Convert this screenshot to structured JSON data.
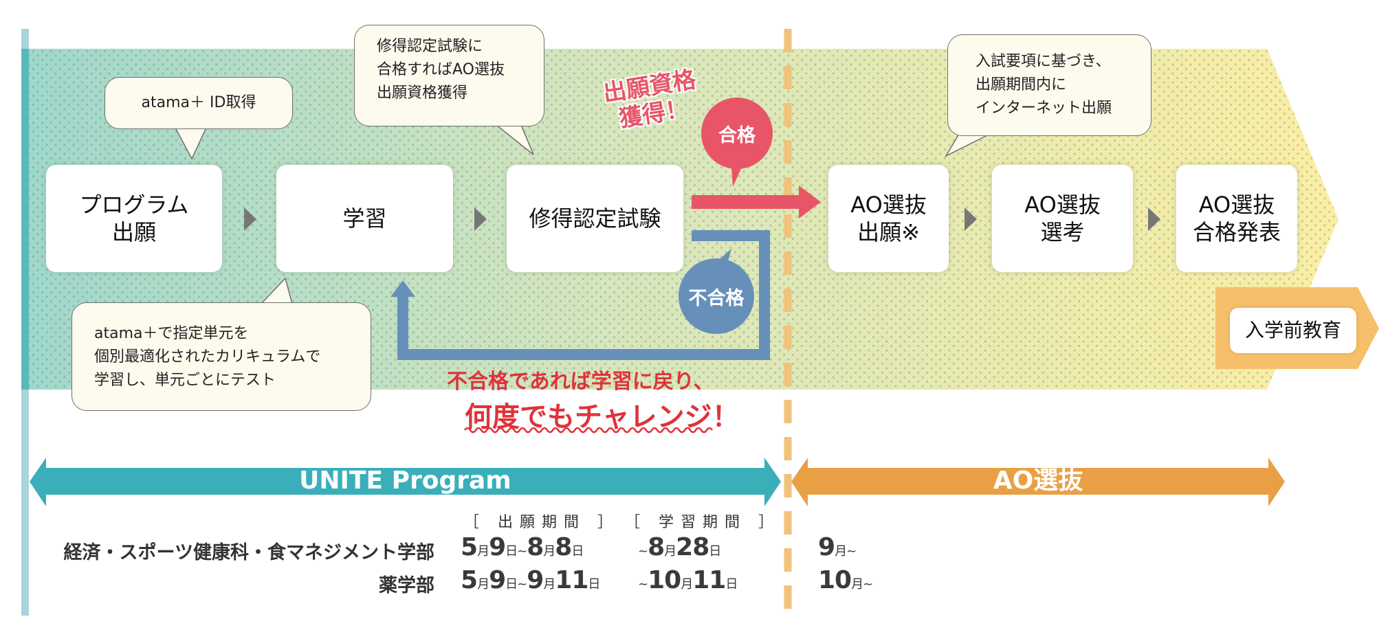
{
  "colors": {
    "teal": "#3aafb9",
    "band_teal": "#a6dacd",
    "band_yellow": "#f6eaa0",
    "orange": "#e9a045",
    "light_orange": "#f6bf6b",
    "dash_orange": "#f4c27f",
    "pass_red": "#e85568",
    "fail_blue": "#6690b9",
    "text_red": "#e0323a",
    "left_bar": "#a9d4dc"
  },
  "steps": [
    {
      "label": "プログラム\n出願"
    },
    {
      "label": "学習"
    },
    {
      "label": "修得認定試験"
    },
    {
      "label": "AO選抜\n出願※"
    },
    {
      "label": "AO選抜\n選考"
    },
    {
      "label": "AO選抜\n合格発表"
    }
  ],
  "bubbles": {
    "id": "atama＋ ID取得",
    "exam": "修得認定試験に\n合格すればAO選抜\n出願資格獲得",
    "study": "atama＋で指定単元を\n個別最適化されたカリキュラムで\n学習し、単元ごとにテスト",
    "ao_apply": "入試要項に基づき、\n出願期間内に\nインターネット出願"
  },
  "results": {
    "pass": "合格",
    "fail": "不合格",
    "qualify_line1": "出願資格",
    "qualify_line2": "獲得！",
    "retry_line1": "不合格であれば学習に戻り、",
    "retry_line2": "何度でもチャレンジ！"
  },
  "pre_education": "入学前教育",
  "phases": {
    "unite": "UNITE Program",
    "ao": "AO選抜"
  },
  "schedule": {
    "headers": [
      "［ 出願期間 ］",
      "［ 学習期間 ］"
    ],
    "rows": [
      {
        "dept": "経済・スポーツ健康科・食マネジメント学部",
        "apply": {
          "from_m": "5",
          "from_d": "9",
          "to_m": "8",
          "to_d": "8"
        },
        "study": {
          "to_m": "8",
          "to_d": "28"
        },
        "ao": {
          "m": "9"
        }
      },
      {
        "dept": "薬学部",
        "apply": {
          "from_m": "5",
          "from_d": "9",
          "to_m": "9",
          "to_d": "11"
        },
        "study": {
          "to_m": "10",
          "to_d": "11"
        },
        "ao": {
          "m": "10"
        }
      }
    ],
    "units": {
      "month": "月",
      "day": "日",
      "tilde": "~"
    }
  }
}
